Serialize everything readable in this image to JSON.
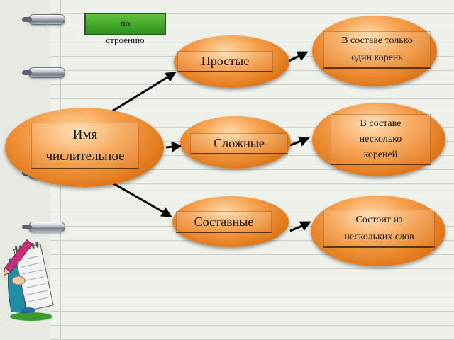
{
  "badge": {
    "line1": "по",
    "line2": "строению"
  },
  "center": {
    "line1": "Имя",
    "line2": "числительное"
  },
  "categories": [
    {
      "label": "Простые"
    },
    {
      "label": "Сложные"
    },
    {
      "label": "Составные"
    }
  ],
  "descriptions": [
    {
      "lines": [
        "В составе только",
        "один корень"
      ]
    },
    {
      "lines": [
        "В составе",
        "несколько",
        "кореней"
      ]
    },
    {
      "lines": [
        "Состоит из",
        "нескольких слов"
      ]
    }
  ],
  "colors": {
    "ellipse": "#e8861f",
    "badge": "#4caf2e",
    "arrow": "#000000"
  }
}
